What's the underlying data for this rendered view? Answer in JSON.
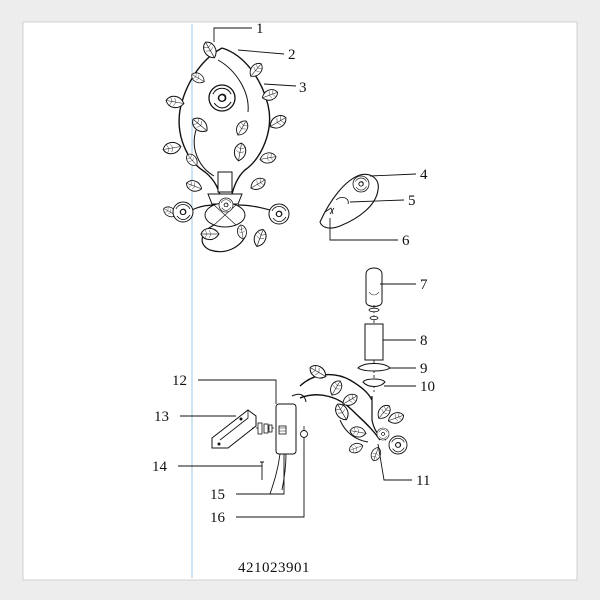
{
  "diagram": {
    "product_code": "421023901",
    "callouts": [
      "1",
      "2",
      "3",
      "4",
      "5",
      "6",
      "7",
      "8",
      "9",
      "10",
      "11",
      "12",
      "13",
      "14",
      "15",
      "16"
    ]
  },
  "colors": {
    "page": "#ffffff",
    "background": "#ededed",
    "ink": "#111111",
    "fold_line": "#9fc8e6"
  }
}
